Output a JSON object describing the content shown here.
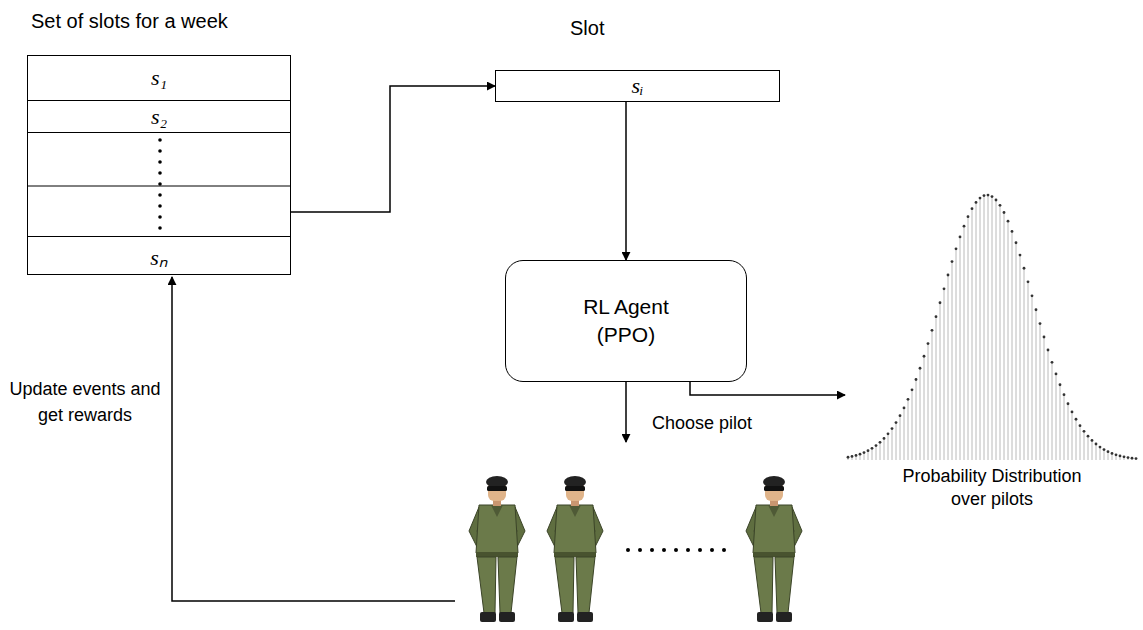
{
  "diagram": {
    "nodes": [
      {
        "text": [
          "Set of slots for a week"
        ]
      },
      {
        "text": [
          "s₁"
        ],
        "in": 0
      },
      {
        "text": [
          "s₂"
        ],
        "in": 0
      },
      {
        "text": [
          "sₙ"
        ],
        "in": 0
      },
      {
        "text": [
          "Slot",
          "sᵢ"
        ]
      },
      {
        "text": [
          "RL Agent (PPO)"
        ]
      },
      {
        "text": [
          "Probability Distribution over pilots"
        ]
      }
    ],
    "edges": [
      {
        "from": 0,
        "to": 4,
        "arrow": "to"
      },
      {
        "from": 4,
        "to": 5,
        "arrow": "to"
      },
      {
        "from": 5,
        "to": 6,
        "arrow": "to"
      }
    ],
    "labels": [
      "Choose pilot",
      "Update events and get rewards"
    ]
  }
}
